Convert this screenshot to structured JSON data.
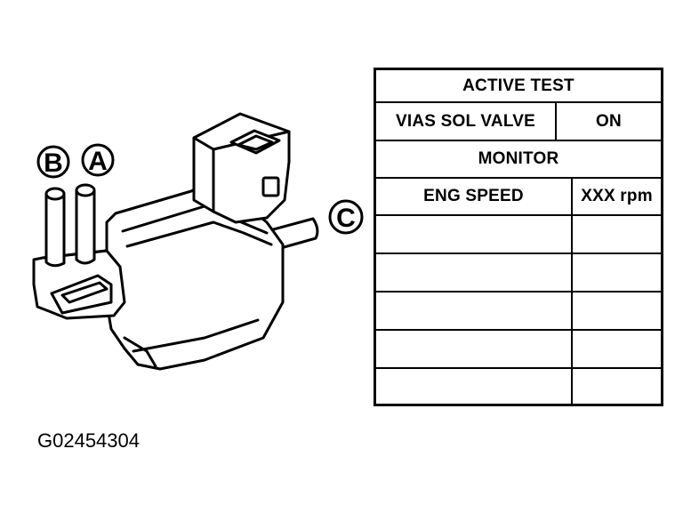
{
  "callouts": {
    "a": "A",
    "b": "B",
    "c": "C"
  },
  "table": {
    "header": "ACTIVE TEST",
    "test_item": "VIAS SOL VALVE",
    "test_value": "ON",
    "monitor_header": "MONITOR",
    "monitor_item": "ENG SPEED",
    "monitor_value": "XXX rpm",
    "empty_rows": [
      {
        "item": "",
        "value": ""
      },
      {
        "item": "",
        "value": ""
      },
      {
        "item": "",
        "value": ""
      },
      {
        "item": "",
        "value": ""
      },
      {
        "item": "",
        "value": ""
      }
    ]
  },
  "figure_code": "G02454304"
}
